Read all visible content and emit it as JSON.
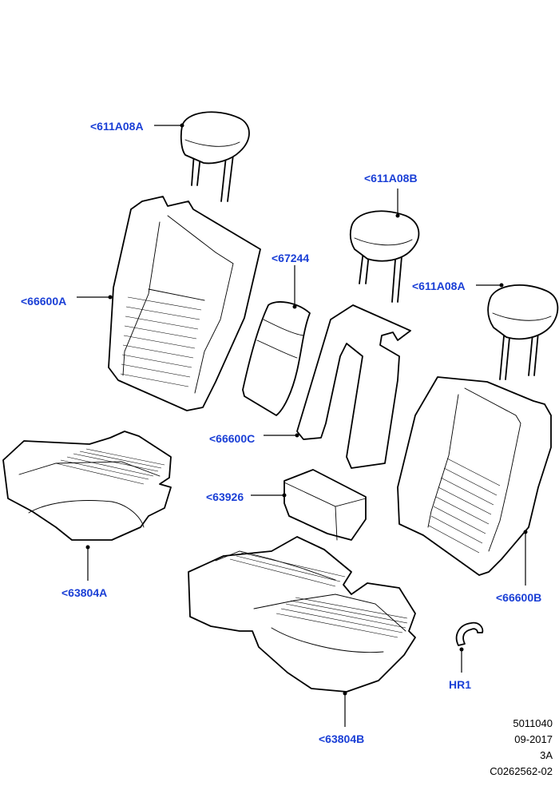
{
  "colors": {
    "callout": "#1a3fd6",
    "line": "#000000",
    "background": "#ffffff"
  },
  "callouts": {
    "c_611A08A_left": "<611A08A",
    "c_611A08B": "<611A08B",
    "c_611A08A_right": "<611A08A",
    "c_67244": "<67244",
    "c_66600A": "<66600A",
    "c_66600C": "<66600C",
    "c_63926": "<63926",
    "c_63804A": "<63804A",
    "c_66600B": "<66600B",
    "c_HR1": "HR1",
    "c_63804B": "<63804B"
  },
  "metadata": {
    "illustration_number": "5011040",
    "date": "09-2017",
    "revision": "3A",
    "catalog_code": "C0262562-02"
  }
}
